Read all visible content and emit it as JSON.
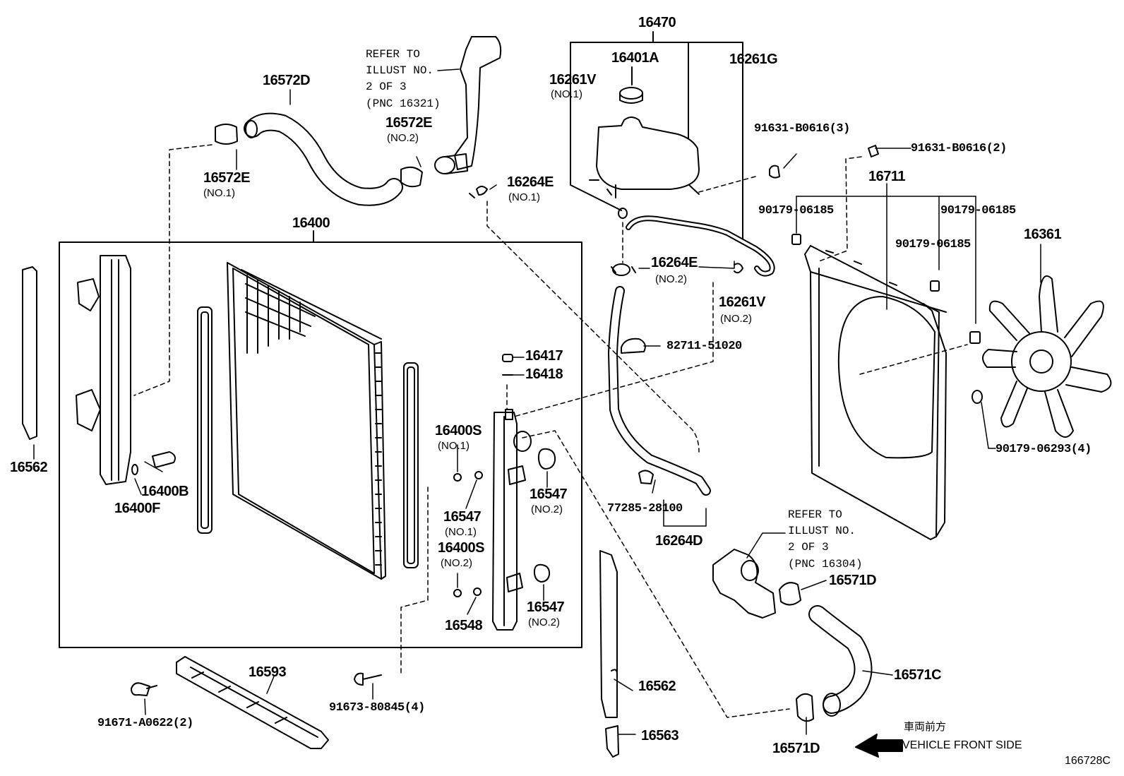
{
  "parts": {
    "p16470": "16470",
    "p16401A": "16401A",
    "p16261G": "16261G",
    "p16261V_1": "16261V",
    "p16261V_1_sub": "(NO.1)",
    "p16572D": "16572D",
    "p16572E_2": "16572E",
    "p16572E_2_sub": "(NO.2)",
    "p16572E_1": "16572E",
    "p16572E_1_sub": "(NO.1)",
    "p16264E_1": "16264E",
    "p16264E_1_sub": "(NO.1)",
    "p16264E_2": "16264E",
    "p16264E_2_sub": "(NO.2)",
    "p16261V_2": "16261V",
    "p16261V_2_sub": "(NO.2)",
    "p82711": "82711-51020",
    "p91631_3": "91631-B0616(3)",
    "p91631_2": "91631-B0616(2)",
    "p16711": "16711",
    "p90179_a": "90179-06185",
    "p90179_b": "90179-06185",
    "p90179_c": "90179-06185",
    "p16361": "16361",
    "p90179_4": "90179-06293(4)",
    "p16400": "16400",
    "p16562_l": "16562",
    "p16400B": "16400B",
    "p16400F": "16400F",
    "p16417": "16417",
    "p16418": "16418",
    "p16400S_1": "16400S",
    "p16400S_1_sub": "(NO.1)",
    "p16547_1": "16547",
    "p16547_1_sub": "(NO.1)",
    "p16547_2a": "16547",
    "p16547_2a_sub": "(NO.2)",
    "p16400S_2": "16400S",
    "p16400S_2_sub": "(NO.2)",
    "p16547_2b": "16547",
    "p16547_2b_sub": "(NO.2)",
    "p16548": "16548",
    "p77285": "77285-28100",
    "p16264D": "16264D",
    "p16571D_1": "16571D",
    "p16571C": "16571C",
    "p16571D_2": "16571D",
    "p16562_r": "16562",
    "p16563": "16563",
    "p16593": "16593",
    "p91671": "91671-A0622(2)",
    "p91673": "91673-80845(4)"
  },
  "notes": {
    "refer_top": "REFER TO\nILLUST NO.\n2 OF 3\n(PNC 16321)",
    "refer_mid": "REFER TO\nILLUST NO.\n2 OF 3\n(PNC 16304)"
  },
  "direction": {
    "jp": "車両前方",
    "en": "VEHICLE FRONT SIDE"
  },
  "illustration_id": "166728C"
}
